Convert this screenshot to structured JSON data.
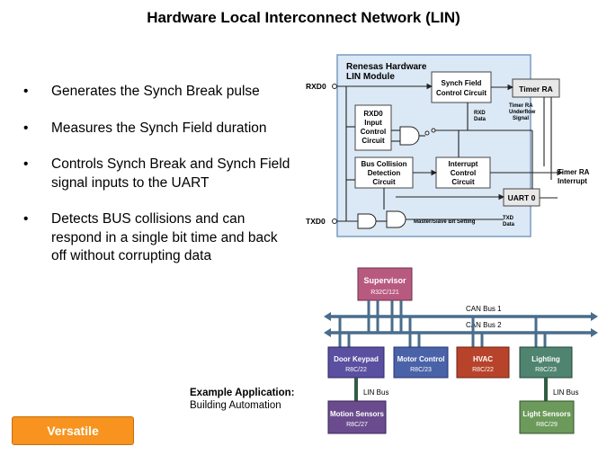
{
  "title": "Hardware Local Interconnect Network (LIN)",
  "bullets": [
    "Generates the Synch Break pulse",
    "Measures the Synch Field duration",
    "Controls Synch Break and Synch Field signal inputs to the UART",
    "Detects BUS collisions and can respond in a single bit time and back off without corrupting data"
  ],
  "lin_module": {
    "title_line1": "Renesas Hardware",
    "title_line2": "LIN Module",
    "rxd0": "RXD0",
    "txd0": "TXD0",
    "synch_field_line1": "Synch Field",
    "synch_field_line2": "Control Circuit",
    "rxd0_input_line1": "RXD0",
    "rxd0_input_line2": "Input",
    "rxd0_input_line3": "Control",
    "rxd0_input_line4": "Circuit",
    "timer_ra": "Timer RA",
    "underflow_line1": "Timer RA",
    "underflow_line2": "Underflow",
    "underflow_line3": "Signal",
    "rxd_data_line1": "RXD",
    "rxd_data_line2": "Data",
    "bus_collision_line1": "Bus Collision",
    "bus_collision_line2": "Detection",
    "bus_collision_line3": "Circuit",
    "interrupt_line1": "Interrupt",
    "interrupt_line2": "Control",
    "interrupt_line3": "Circuit",
    "timer_ra_interrupt_line1": "Timer RA",
    "timer_ra_interrupt_line2": "Interrupt",
    "uart0": "UART 0",
    "master_slave": "Master/Slave Bit Setting",
    "txd_data_line1": "TXD",
    "txd_data_line2": "Data"
  },
  "can_network": {
    "supervisor_name": "Supervisor",
    "supervisor_chip": "R32C/121",
    "can_bus_1": "CAN Bus 1",
    "can_bus_2": "CAN Bus 2",
    "nodes": [
      {
        "name": "Door Keypad",
        "chip": "R8C/22",
        "color": "#5a4fa0"
      },
      {
        "name": "Motor Control",
        "chip": "R8C/23",
        "color": "#4a62a8"
      },
      {
        "name": "HVAC",
        "chip": "R8C/22",
        "color": "#b8432b"
      },
      {
        "name": "Lighting",
        "chip": "R8C/23",
        "color": "#4f8470"
      }
    ],
    "lin_bus_left": "LIN Bus",
    "lin_bus_right": "LIN Bus",
    "motion_sensors_name": "Motion Sensors",
    "motion_sensors_chip": "R8C/27",
    "light_sensors_name": "Light Sensors",
    "light_sensors_chip": "R8C/29"
  },
  "example_title": "Example Application:",
  "example_text": "Building Automation",
  "versatile_button": "Versatile",
  "colors": {
    "accent_orange": "#f7931e",
    "module_blue": "#dde9f6",
    "bus_blue": "#4a6d8c",
    "bus_red": "#b0433a"
  }
}
